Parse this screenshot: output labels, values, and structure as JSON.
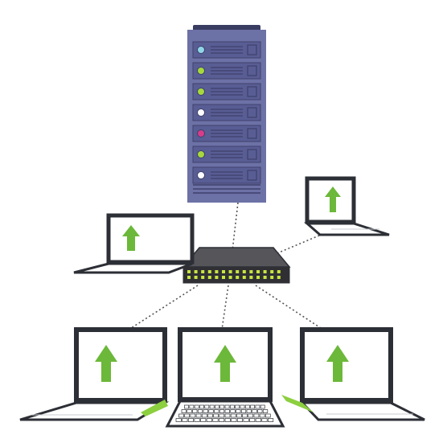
{
  "diagram": {
    "server": {
      "icon": "server-rack-icon",
      "colors": {
        "body": "#6C71A6",
        "slot": "#585D94",
        "dark": "#3F416B",
        "top": "#3A3D62"
      },
      "leds": [
        "#8FD6E8",
        "#A6D93C",
        "#A6D93C",
        "#FFFFFF",
        "#D63C8A",
        "#A6D93C",
        "#FFFFFF"
      ]
    },
    "network_switch": {
      "icon": "network-switch-icon",
      "colors": {
        "top": "#55555a",
        "front": "#303034",
        "ports": "#c8e640"
      }
    },
    "clients": [
      {
        "id": "laptop-left-small",
        "icon": "upload-arrow-icon"
      },
      {
        "id": "laptop-right-small",
        "icon": "upload-arrow-icon"
      },
      {
        "id": "laptop-bottom-left",
        "icon": "upload-arrow-icon"
      },
      {
        "id": "laptop-bottom-center",
        "icon": "upload-arrow-icon"
      },
      {
        "id": "laptop-bottom-right",
        "icon": "upload-arrow-icon"
      }
    ],
    "connections": {
      "style": "dotted",
      "color": "#555555"
    },
    "colors": {
      "arrow": "#6CB83A",
      "accent_green": "#8CCF3F",
      "outline": "#2d2f36",
      "screen": "#ffffff"
    }
  }
}
